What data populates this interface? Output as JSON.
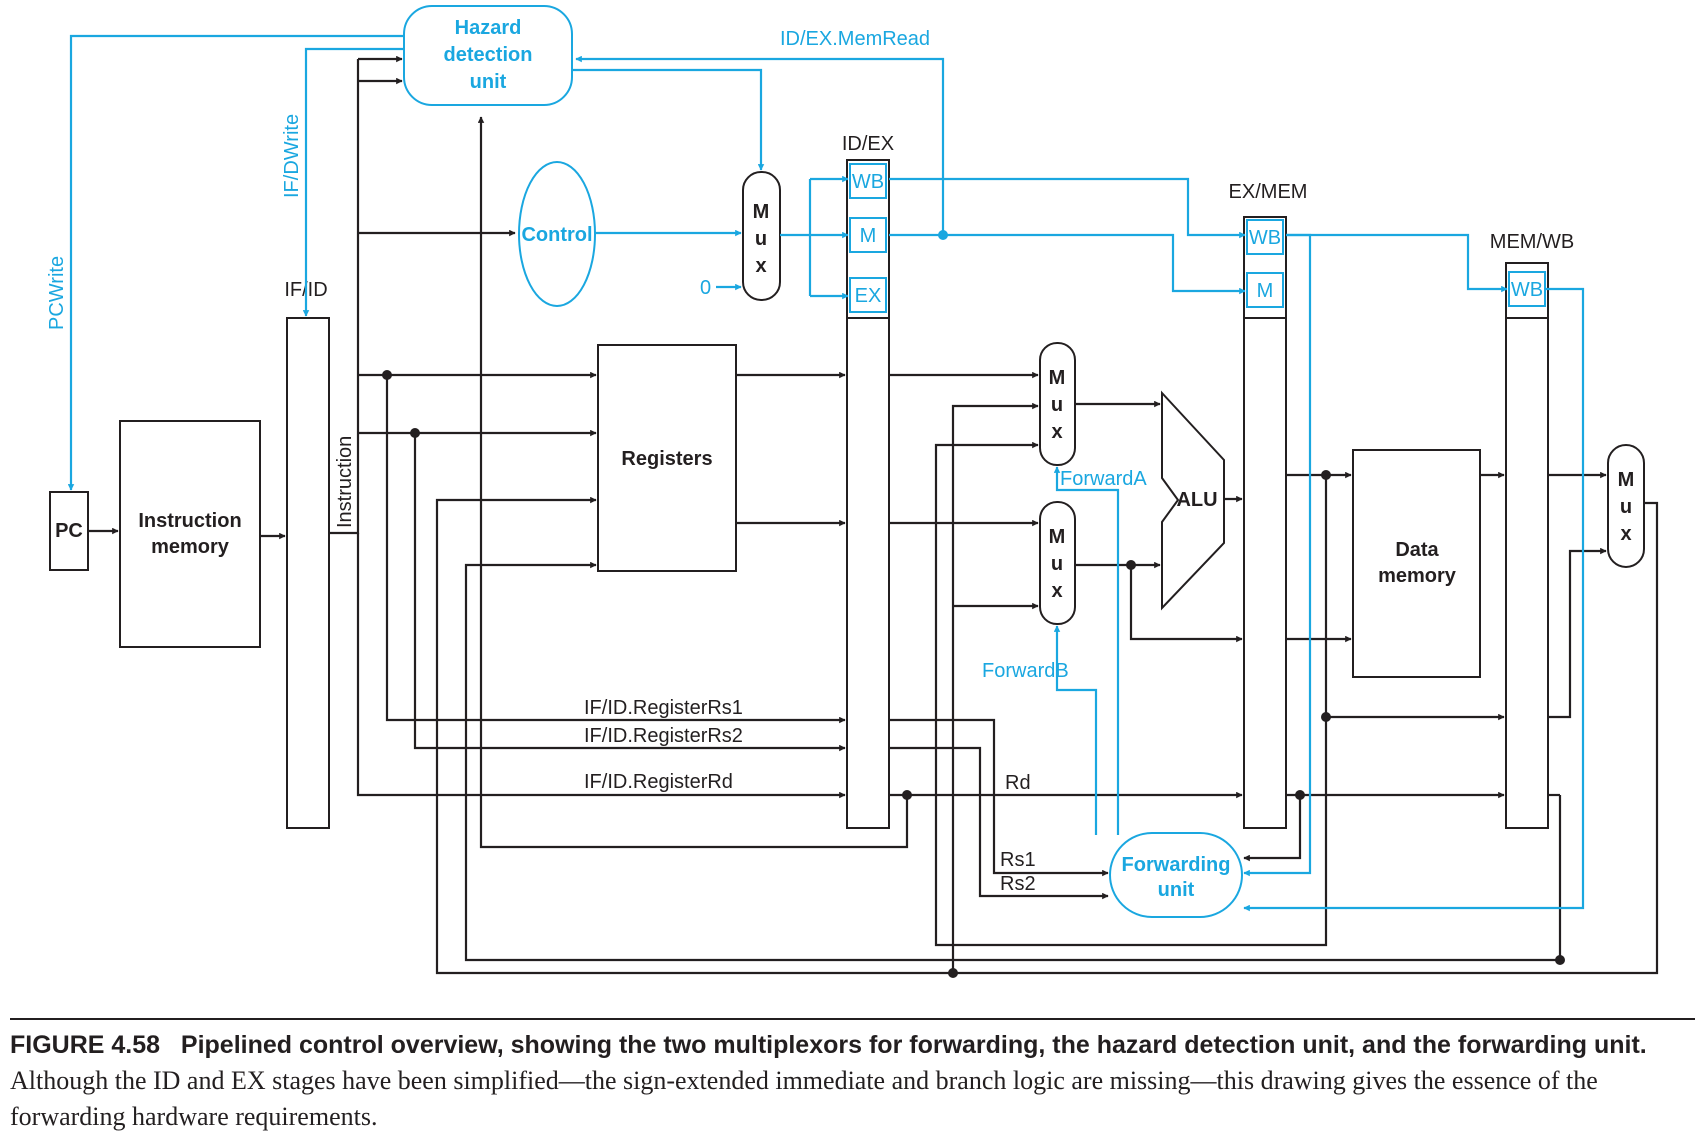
{
  "diagram": {
    "signals": {
      "pcwrite": "PCWrite",
      "ifdwrite": "IF/DWrite",
      "idex_memread": "ID/EX.MemRead",
      "forward_a": "ForwardA",
      "forward_b": "ForwardB",
      "zero": "0",
      "instruction": "Instruction",
      "rs1_bus": "IF/ID.RegisterRs1",
      "rs2_bus": "IF/ID.RegisterRs2",
      "rd_bus": "IF/ID.RegisterRd",
      "rd": "Rd",
      "rs1": "Rs1",
      "rs2": "Rs2"
    },
    "blocks": {
      "pc": "PC",
      "imem": [
        "Instruction",
        "memory"
      ],
      "registers": "Registers",
      "dmem": [
        "Data",
        "memory"
      ],
      "alu": "ALU",
      "hazard": [
        "Hazard",
        "detection",
        "unit"
      ],
      "control": "Control",
      "forwarding": [
        "Forwarding",
        "unit"
      ],
      "mux": [
        "M",
        "u",
        "x"
      ]
    },
    "stages": {
      "ifid": "IF/ID",
      "idex": "ID/EX",
      "exmem": "EX/MEM",
      "memwb": "MEM/WB"
    },
    "fields": {
      "wb": "WB",
      "m": "M",
      "ex": "EX"
    }
  },
  "caption": {
    "label": "FIGURE 4.58",
    "title": "Pipelined control overview, showing the two multiplexors for forwarding, the hazard detection unit, and the forwarding unit.",
    "body": "Although the ID and EX stages have been simplified—the sign-extended immediate and branch logic are missing—this drawing gives the essence of the forwarding hardware requirements."
  },
  "colors": {
    "control": "#1aa7e0",
    "datapath": "#231f20"
  }
}
